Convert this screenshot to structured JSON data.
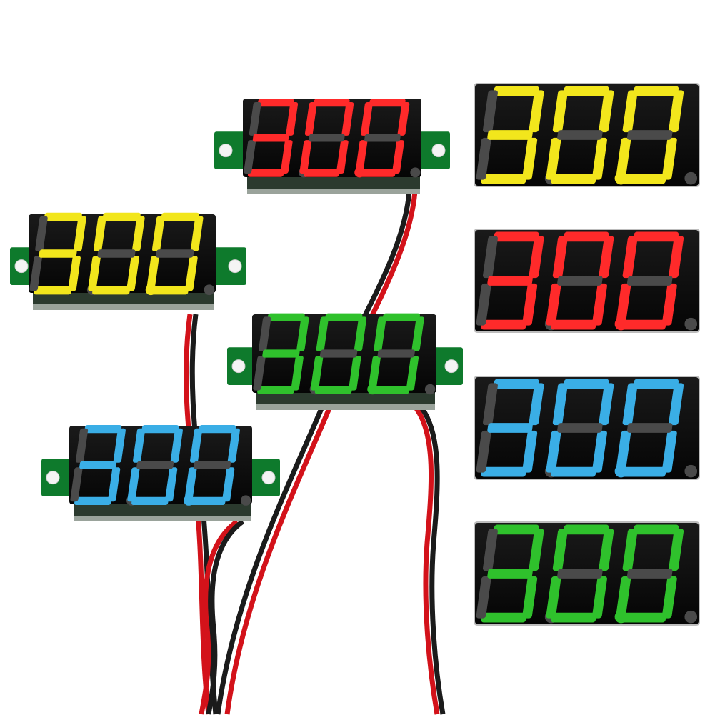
{
  "product_photo": {
    "modules": [
      {
        "color_name": "red",
        "digit_color": "#ff2a2a",
        "wire_colors": [
          "#d3121a",
          "#1b1b1b"
        ]
      },
      {
        "color_name": "yellow",
        "digit_color": "#f2e61c",
        "wire_colors": [
          "#d3121a",
          "#1b1b1b"
        ]
      },
      {
        "color_name": "green",
        "digit_color": "#2fc12c",
        "wire_colors": [
          "#d3121a",
          "#1b1b1b"
        ]
      },
      {
        "color_name": "blue",
        "digit_color": "#3aaee6",
        "wire_colors": [
          "#d3121a",
          "#1b1b1b"
        ]
      }
    ],
    "swatches": [
      {
        "color_name": "yellow",
        "digit_color": "#f2e61c"
      },
      {
        "color_name": "red",
        "digit_color": "#ff2a2a"
      },
      {
        "color_name": "blue",
        "digit_color": "#3aaee6"
      },
      {
        "color_name": "green",
        "digit_color": "#2fc12c"
      }
    ],
    "display_body_color": "#0b0b0b",
    "pcb_color": "#0e7a2c",
    "unlit_segment_color": "#4a4a4a"
  }
}
